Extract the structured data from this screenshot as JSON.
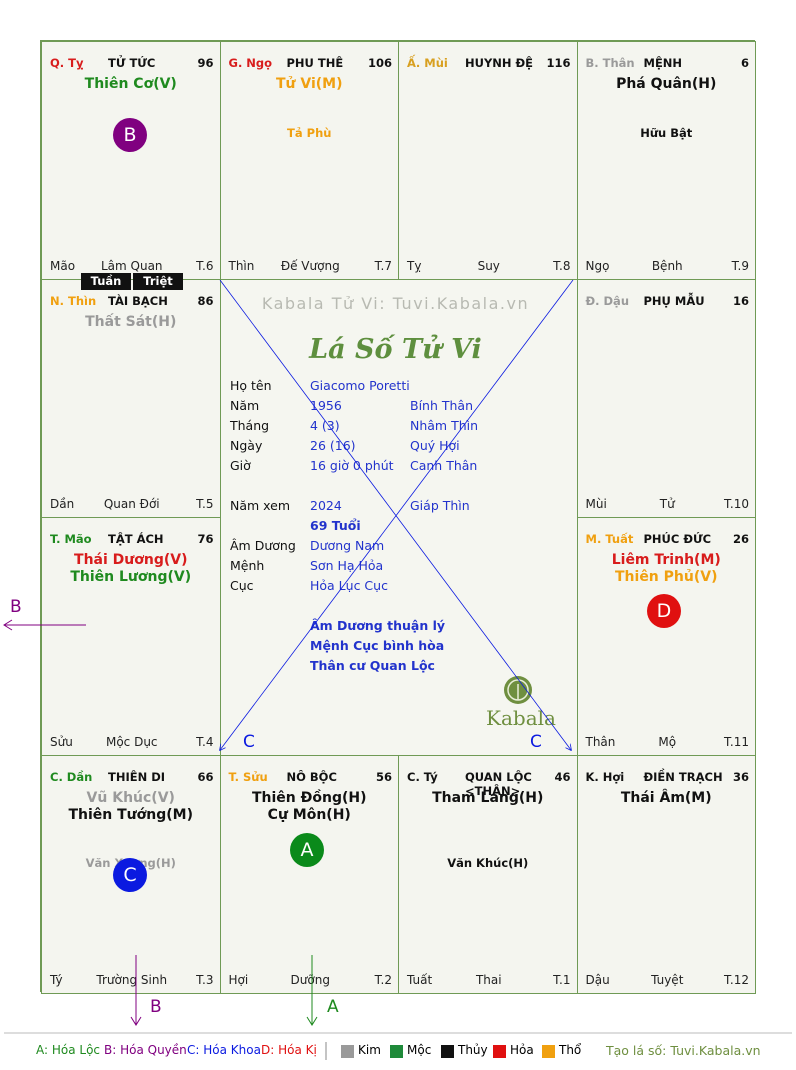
{
  "cells": [
    {
      "id": "ty",
      "branch": "Q. Tỵ",
      "branch_color": "#d81c1c",
      "palace": "TỬ TỨC",
      "num": "96",
      "stars": [
        {
          "t": "Thiên Cơ(V)",
          "c": "#1f8a1f"
        }
      ],
      "minor": [],
      "foot": [
        "Mão",
        "Lâm Quan",
        "T.6"
      ]
    },
    {
      "id": "ngo",
      "branch": "G. Ngọ",
      "branch_color": "#d81c1c",
      "palace": "PHU THÊ",
      "num": "106",
      "stars": [
        {
          "t": "Tử Vi(M)",
          "c": "#f0a010"
        }
      ],
      "minor": [
        {
          "t": "Tả Phù",
          "c": "#f0a010"
        }
      ],
      "foot": [
        "Thìn",
        "Đế Vượng",
        "T.7"
      ]
    },
    {
      "id": "mui",
      "branch": "Ấ. Mùi",
      "branch_color": "#d8a020",
      "palace": "HUYNH ĐỆ",
      "num": "116",
      "stars": [],
      "minor": [],
      "foot": [
        "Tỵ",
        "Suy",
        "T.8"
      ]
    },
    {
      "id": "than",
      "branch": "B. Thân",
      "branch_color": "#9a9a9a",
      "palace": "MỆNH",
      "num": "6",
      "stars": [
        {
          "t": "Phá Quân(H)",
          "c": "#111111"
        }
      ],
      "minor": [
        {
          "t": "Hữu Bật",
          "c": "#111111"
        }
      ],
      "foot": [
        "Ngọ",
        "Bệnh",
        "T.9"
      ]
    },
    {
      "id": "thin",
      "branch": "N. Thìn",
      "branch_color": "#f0a010",
      "palace": "TÀI BẠCH",
      "num": "86",
      "stars": [
        {
          "t": "Thất Sát(H)",
          "c": "#9a9a9a"
        }
      ],
      "minor": [],
      "foot": [
        "Dần",
        "Quan Đới",
        "T.5"
      ]
    },
    {
      "id": "dau",
      "branch": "Đ. Dậu",
      "branch_color": "#9a9a9a",
      "palace": "PHỤ MẪU",
      "num": "16",
      "stars": [],
      "minor": [],
      "foot": [
        "Mùi",
        "Tử",
        "T.10"
      ]
    },
    {
      "id": "mao",
      "branch": "T. Mão",
      "branch_color": "#1f8a1f",
      "palace": "TẬT ÁCH",
      "num": "76",
      "stars": [
        {
          "t": "Thái Dương(V)",
          "c": "#d81c1c"
        },
        {
          "t": "Thiên Lương(V)",
          "c": "#1f8a1f"
        }
      ],
      "minor": [],
      "foot": [
        "Sửu",
        "Mộc Dục",
        "T.4"
      ]
    },
    {
      "id": "tuat",
      "branch": "M. Tuất",
      "branch_color": "#f0a010",
      "palace": "PHÚC ĐỨC",
      "num": "26",
      "stars": [
        {
          "t": "Liêm Trinh(M)",
          "c": "#d81c1c"
        },
        {
          "t": "Thiên Phủ(V)",
          "c": "#f0a010"
        }
      ],
      "minor": [],
      "foot": [
        "Thân",
        "Mộ",
        "T.11"
      ]
    },
    {
      "id": "dan",
      "branch": "C. Dần",
      "branch_color": "#1f8a1f",
      "palace": "THIÊN DI",
      "num": "66",
      "stars": [
        {
          "t": "Vũ Khúc(V)",
          "c": "#9a9a9a"
        },
        {
          "t": "Thiên Tướng(M)",
          "c": "#111111"
        }
      ],
      "minor": [
        {
          "t": "Văn Xương(H)",
          "c": "#9a9a9a"
        }
      ],
      "foot": [
        "Tý",
        "Trường Sinh",
        "T.3"
      ]
    },
    {
      "id": "suu",
      "branch": "T. Sửu",
      "branch_color": "#f0a010",
      "palace": "NÔ BỘC",
      "num": "56",
      "stars": [
        {
          "t": "Thiên Đồng(H)",
          "c": "#111111"
        },
        {
          "t": "Cự Môn(H)",
          "c": "#111111"
        }
      ],
      "minor": [],
      "foot": [
        "Hợi",
        "Dưỡng",
        "T.2"
      ]
    },
    {
      "id": "ty2",
      "branch": "C. Tý",
      "branch_color": "#111111",
      "palace": "QUAN LỘC <THÂN>",
      "num": "46",
      "stars": [
        {
          "t": "Tham Lang(H)",
          "c": "#111111"
        }
      ],
      "minor": [
        {
          "t": "Văn Khúc(H)",
          "c": "#111111"
        }
      ],
      "foot": [
        "Tuất",
        "Thai",
        "T.1"
      ]
    },
    {
      "id": "hoi",
      "branch": "K. Hợi",
      "branch_color": "#111111",
      "palace": "ĐIỀN TRẠCH",
      "num": "36",
      "stars": [
        {
          "t": "Thái Âm(M)",
          "c": "#111111"
        }
      ],
      "minor": [],
      "foot": [
        "Dậu",
        "Tuyệt",
        "T.12"
      ]
    }
  ],
  "tags": {
    "tuan": "Tuần",
    "triet": "Triệt"
  },
  "markers": {
    "a": "A",
    "b": "B",
    "c": "C",
    "d": "D"
  },
  "center": {
    "watermark": "Kabala Tử Vi: Tuvi.Kabala.vn",
    "title": "Lá Số Tử Vi",
    "rows": [
      {
        "label": "Họ tên",
        "v1": "Giacomo Poretti",
        "v2": ""
      },
      {
        "label": "Năm",
        "v1": "1956",
        "v2": "Bính Thân"
      },
      {
        "label": "Tháng",
        "v1": "4  (3)",
        "v2": "Nhâm Thìn"
      },
      {
        "label": "Ngày",
        "v1": "26  (16)",
        "v2": "Quý Hợi"
      },
      {
        "label": "Giờ",
        "v1": "16 giờ 0 phút",
        "v2": "Canh Thân"
      }
    ],
    "year_label": "Năm xem",
    "year": "2024",
    "year_can": "Giáp Thìn",
    "age": "69 Tuổi",
    "rows2": [
      {
        "label": "Âm Dương",
        "v1": "Dương Nam"
      },
      {
        "label": "Mệnh",
        "v1": "Sơn Hạ Hỏa"
      },
      {
        "label": "Cục",
        "v1": "Hỏa Lục Cục"
      }
    ],
    "notes": [
      "Âm Dương thuận lý",
      "Mệnh Cục bình hòa",
      "Thân cư Quan Lộc"
    ],
    "logo": "Kabala"
  },
  "legend": {
    "a": "A: Hóa Lộc",
    "b": "B: Hóa Quyền",
    "c": "C: Hóa Khoa",
    "d": "D: Hóa Kị",
    "kim": "Kim",
    "moc": "Mộc",
    "thuy": "Thủy",
    "hoa": "Hỏa",
    "tho": "Thổ",
    "site": "Tạo lá số: Tuvi.Kabala.vn"
  },
  "colors": {
    "green": "#1f8a1f",
    "purple": "#800080",
    "blue": "#0b1ae0",
    "red": "#e01010",
    "gray": "#9a9a9a",
    "black": "#111111",
    "orange": "#f0a010",
    "border": "#6f9a55"
  }
}
